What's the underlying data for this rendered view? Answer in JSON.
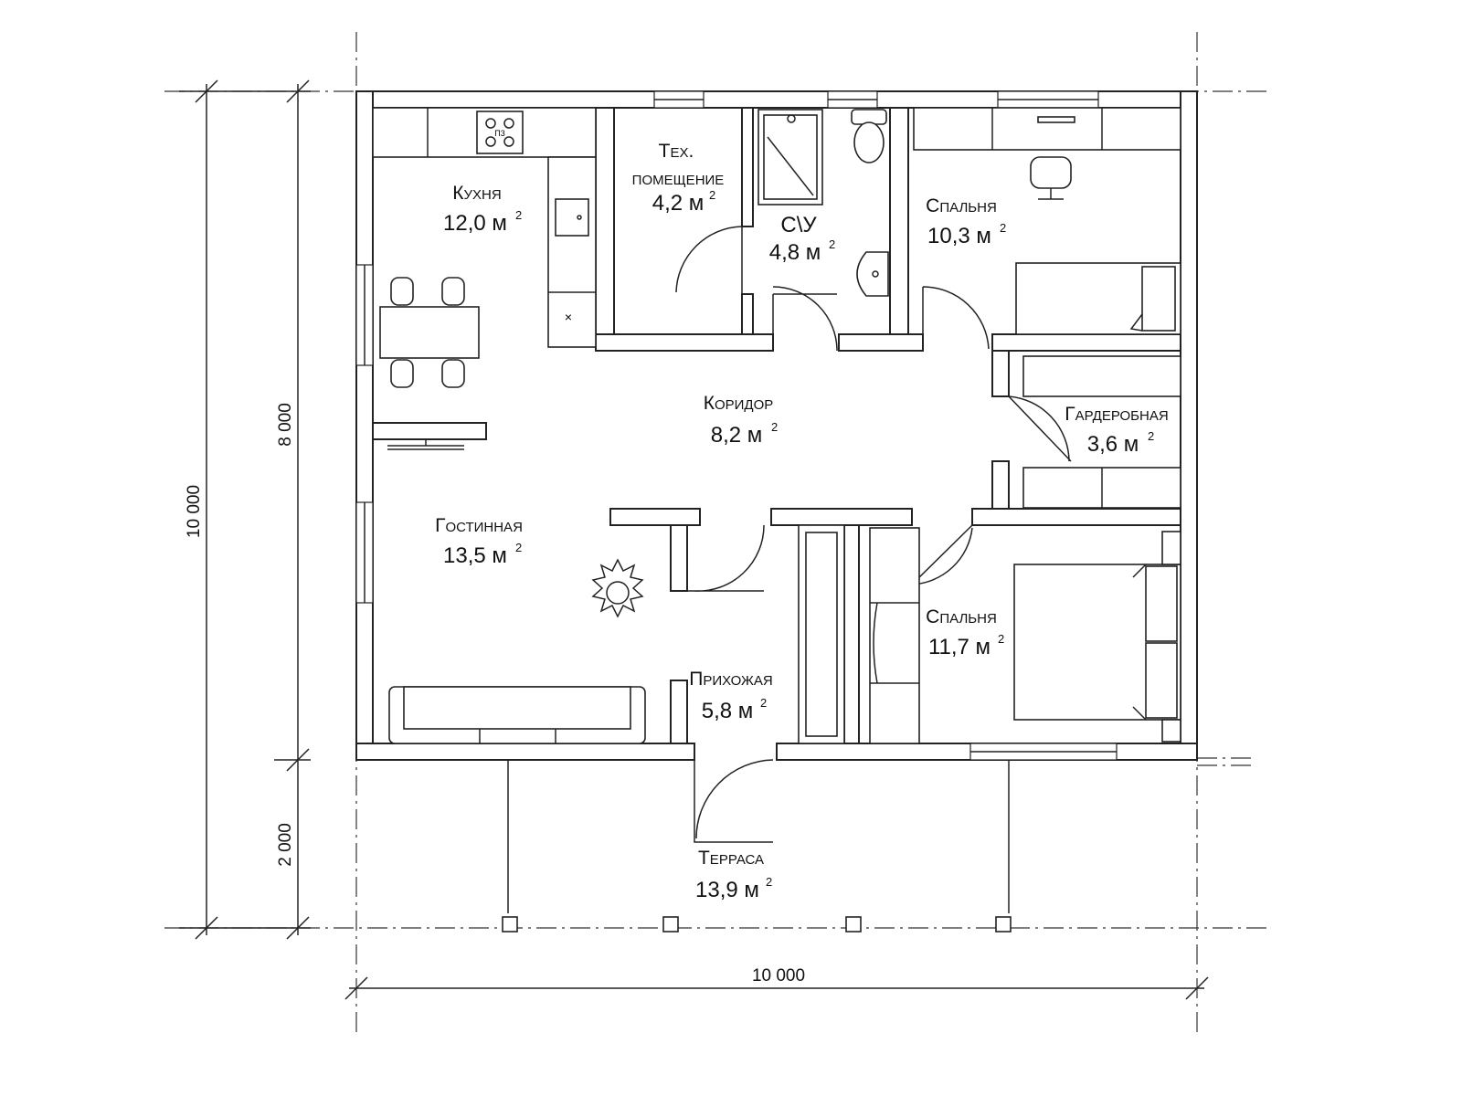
{
  "plan": {
    "rooms": {
      "kitchen": {
        "name": "Кухня",
        "area": "12,0 м",
        "sup": "2"
      },
      "tech": {
        "name_1": "Тех.",
        "name_2": "помещение",
        "area": "4,2 м",
        "sup": "2"
      },
      "bathroom": {
        "name": "С\\У",
        "area": "4,8 м",
        "sup": "2"
      },
      "bedroom_1": {
        "name": "Спальня",
        "area": "10,3 м",
        "sup": "2"
      },
      "corridor": {
        "name": "Коридор",
        "area": "8,2 м",
        "sup": "2"
      },
      "wardrobe": {
        "name": "Гардеробная",
        "area": "3,6 м",
        "sup": "2"
      },
      "living": {
        "name": "Гостинная",
        "area": "13,5 м",
        "sup": "2"
      },
      "hall": {
        "name": "Прихожая",
        "area": "5,8 м",
        "sup": "2"
      },
      "bedroom_2": {
        "name": "Спальня",
        "area": "11,7 м",
        "sup": "2"
      },
      "terrace": {
        "name": "Терраса",
        "area": "13,9 м",
        "sup": "2"
      }
    },
    "stove_label": "П3",
    "dimensions": {
      "total_height": "10 000",
      "house_depth": "8 000",
      "terrace_depth": "2 000",
      "total_width": "10 000"
    }
  }
}
